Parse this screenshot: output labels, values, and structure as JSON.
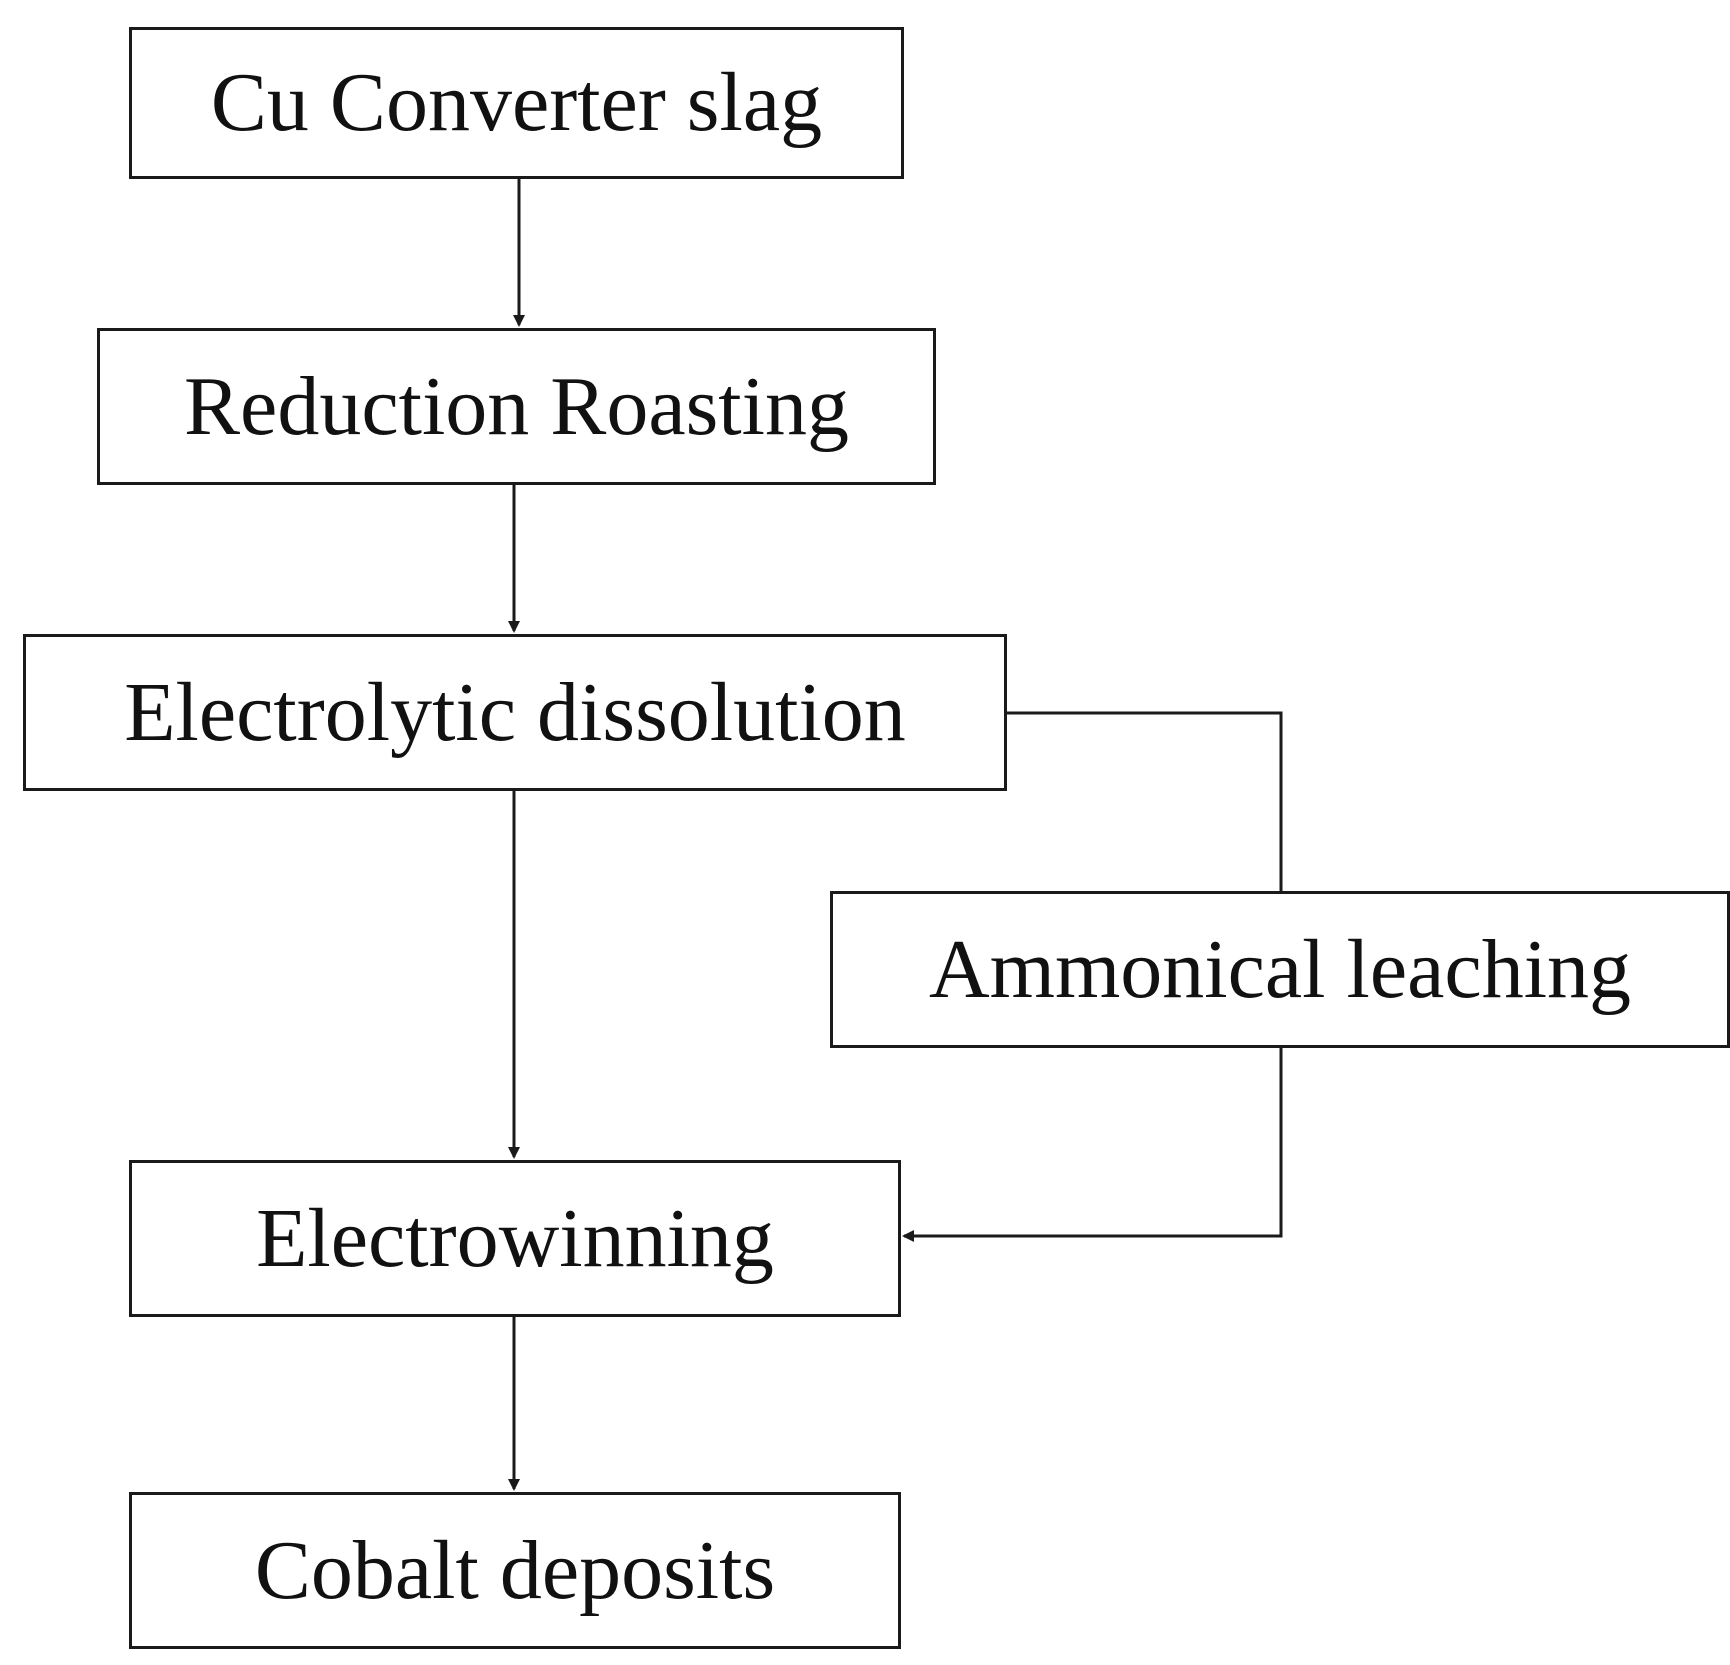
{
  "diagram": {
    "nodes": {
      "slag": "Cu Converter slag",
      "roasting": "Reduction Roasting",
      "dissolution": "Electrolytic dissolution",
      "ammonical": "Ammonical leaching",
      "electrowinning": "Electrowinning",
      "cobalt": "Cobalt deposits"
    },
    "edges": [
      {
        "from": "slag",
        "to": "roasting"
      },
      {
        "from": "roasting",
        "to": "dissolution"
      },
      {
        "from": "dissolution",
        "to": "electrowinning"
      },
      {
        "from": "dissolution",
        "to": "ammonical"
      },
      {
        "from": "ammonical",
        "to": "electrowinning"
      },
      {
        "from": "electrowinning",
        "to": "cobalt"
      }
    ],
    "colors": {
      "stroke": "#1a1a1a",
      "background": "#ffffff",
      "text": "#111111"
    }
  }
}
